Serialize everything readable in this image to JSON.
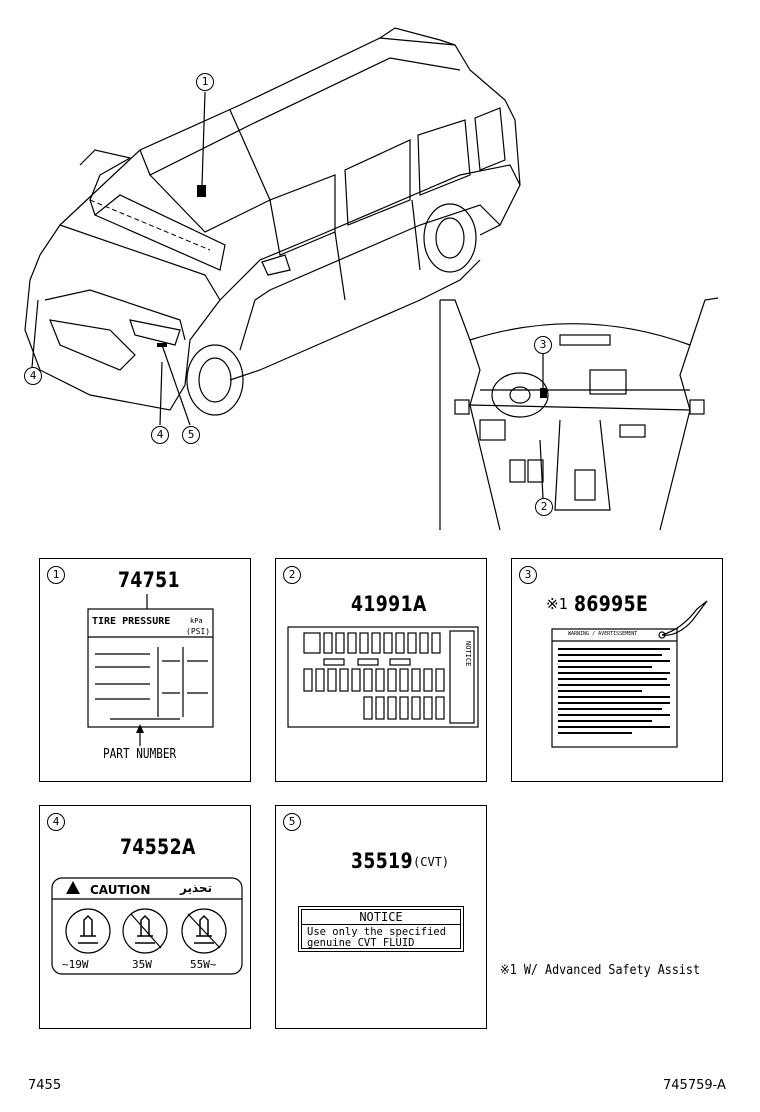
{
  "callouts": {
    "c1": "1",
    "c2": "2",
    "c3": "3",
    "c4a": "4",
    "c4b": "4",
    "c5": "5"
  },
  "panels": [
    {
      "ref": "1",
      "part_no": "74751"
    },
    {
      "ref": "2",
      "part_no": "41991A"
    },
    {
      "ref": "3",
      "note_mark": "※1",
      "part_no": "86995E"
    },
    {
      "ref": "4",
      "part_no": "74552A"
    },
    {
      "ref": "5",
      "part_no": "35519",
      "suffix": "(CVT)"
    }
  ],
  "label_tire": {
    "title": "TIRE PRESSURE",
    "unit1": "kPa",
    "unit2": "(PSI)",
    "caption": "PART NUMBER"
  },
  "label_fuse": {
    "side_text": "NOTICE"
  },
  "label_warning": {
    "header": "WARNING / AVERTISSEMENT"
  },
  "label_caution": {
    "title": "CAUTION",
    "arabic": "تحذير",
    "w1": "~19W",
    "w2": "35W",
    "w3": "55W~"
  },
  "label_notice": {
    "title": "NOTICE",
    "line1": "Use only the specified",
    "line2": "genuine CVT FLUID"
  },
  "footnote": "※1 W/ Advanced Safety Assist",
  "footer_left": "7455",
  "footer_right": "745759-A"
}
